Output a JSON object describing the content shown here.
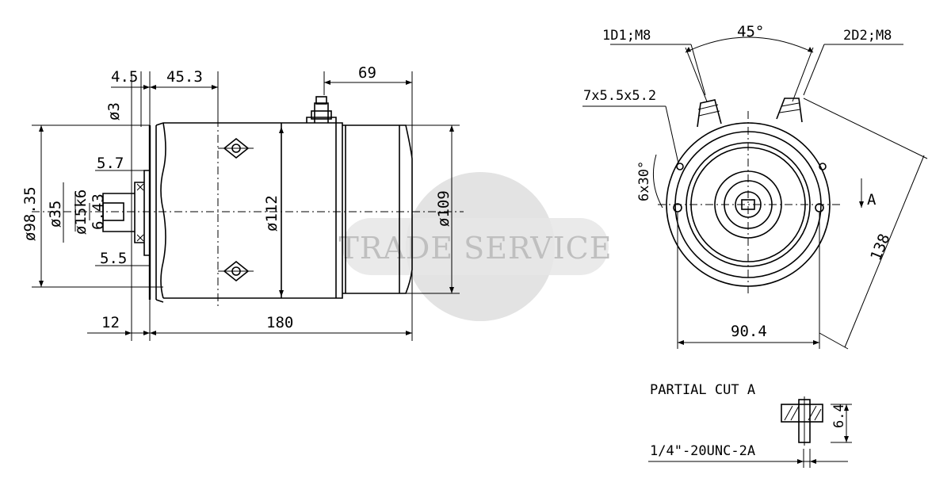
{
  "watermark": {
    "text": "TRADE SERVICE",
    "color": "#c8c8c8"
  },
  "side_view": {
    "dims": {
      "d1": "4.5",
      "d2": "45.3",
      "d3": "69",
      "d4": "ø3",
      "d5": "ø98.35",
      "d6": "5.7",
      "d7": "ø35",
      "d8": "ø15k6",
      "d9": "6.43",
      "d10": "5.5",
      "d11": "ø112",
      "d12": "ø109",
      "d13": "12",
      "d14": "180"
    }
  },
  "end_view": {
    "terminal_1": "1D1;M8",
    "terminal_2": "2D2;M8",
    "angle": "45°",
    "key": "7x5.5x5.2",
    "holes": "6x30°",
    "section_marker": "A",
    "height": "138",
    "width": "90.4"
  },
  "partial_cut": {
    "title": "PARTIAL CUT A",
    "thread": "1/4\"-20UNC-2A",
    "dim": "6.4"
  }
}
